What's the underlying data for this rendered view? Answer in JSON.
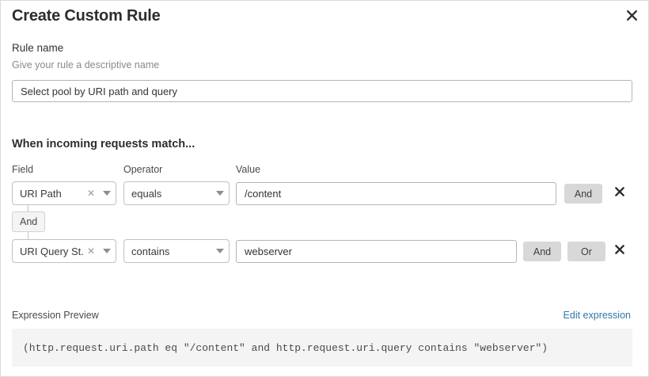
{
  "dialog": {
    "title": "Create Custom Rule",
    "close_icon": "close-icon"
  },
  "rule_name": {
    "label": "Rule name",
    "help": "Give your rule a descriptive name",
    "value": "Select pool by URI path and query",
    "placeholder": ""
  },
  "match_section": {
    "heading": "When incoming requests match...",
    "columns": {
      "field": "Field",
      "operator": "Operator",
      "value": "Value"
    },
    "connector": {
      "label": "And"
    },
    "rows": [
      {
        "field": "URI Path",
        "operator": "equals",
        "value": "/content",
        "value_placeholder": "",
        "buttons": [
          "And"
        ],
        "clear_icon": "clear-icon",
        "caret_icon": "chevron-down-icon",
        "delete_icon": "close-icon"
      },
      {
        "field": "URI Query St...",
        "operator": "contains",
        "value": "webserver",
        "value_placeholder": "",
        "buttons": [
          "And",
          "Or"
        ],
        "clear_icon": "clear-icon",
        "caret_icon": "chevron-down-icon",
        "delete_icon": "close-icon"
      }
    ]
  },
  "expression_preview": {
    "label": "Expression Preview",
    "edit_link": "Edit expression",
    "expression": "(http.request.uri.path eq \"/content\" and http.request.uri.query contains \"webserver\")"
  },
  "colors": {
    "accent_link": "#3178a8",
    "button_gray": "#d8d8d8",
    "preview_bg": "#f4f4f4",
    "border": "#c2c2c2"
  }
}
